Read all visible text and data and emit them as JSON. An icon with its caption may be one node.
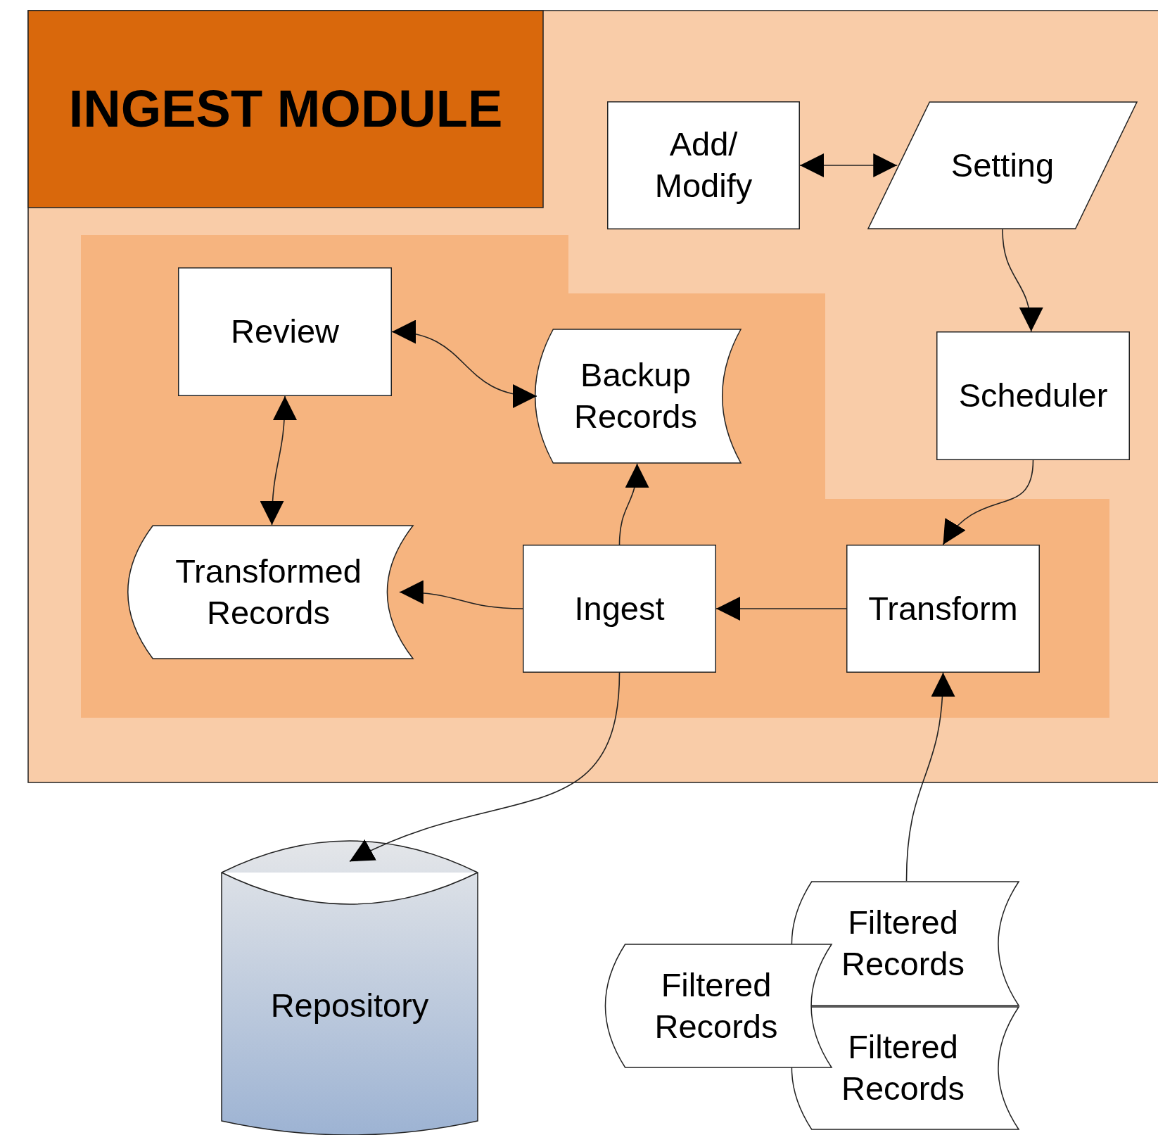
{
  "diagram": {
    "nodes": [
      {
        "text": [
          "INGEST MODULE"
        ]
      },
      {
        "text": [
          "Add/ Modify"
        ]
      },
      {
        "text": [
          "Setting"
        ]
      },
      {
        "text": [
          "Review"
        ]
      },
      {
        "text": [
          "Backup Records"
        ]
      },
      {
        "text": [
          "Scheduler"
        ]
      },
      {
        "text": [
          "Transformed Records"
        ]
      },
      {
        "text": [
          "Ingest"
        ]
      },
      {
        "text": [
          "Transform"
        ]
      },
      {
        "text": [
          "Repository"
        ]
      },
      {
        "text": [
          "Filtered Records"
        ]
      },
      {
        "text": [
          "Filtered Records"
        ]
      },
      {
        "text": [
          "Filtered Records"
        ]
      }
    ],
    "edges": [
      {
        "from": 1,
        "to": 2,
        "arrow": "both"
      },
      {
        "from": 2,
        "to": 5,
        "arrow": "to"
      },
      {
        "from": 5,
        "to": 8,
        "arrow": "to"
      },
      {
        "from": 8,
        "to": 7,
        "arrow": "to"
      },
      {
        "from": 7,
        "to": 6,
        "arrow": "to"
      },
      {
        "from": 7,
        "to": 4,
        "arrow": "to"
      },
      {
        "from": 3,
        "to": 4,
        "arrow": "both"
      },
      {
        "from": 3,
        "to": 6,
        "arrow": "both"
      },
      {
        "from": 7,
        "to": 9,
        "arrow": "to"
      },
      {
        "from": 10,
        "to": 8,
        "arrow": "to"
      }
    ]
  }
}
